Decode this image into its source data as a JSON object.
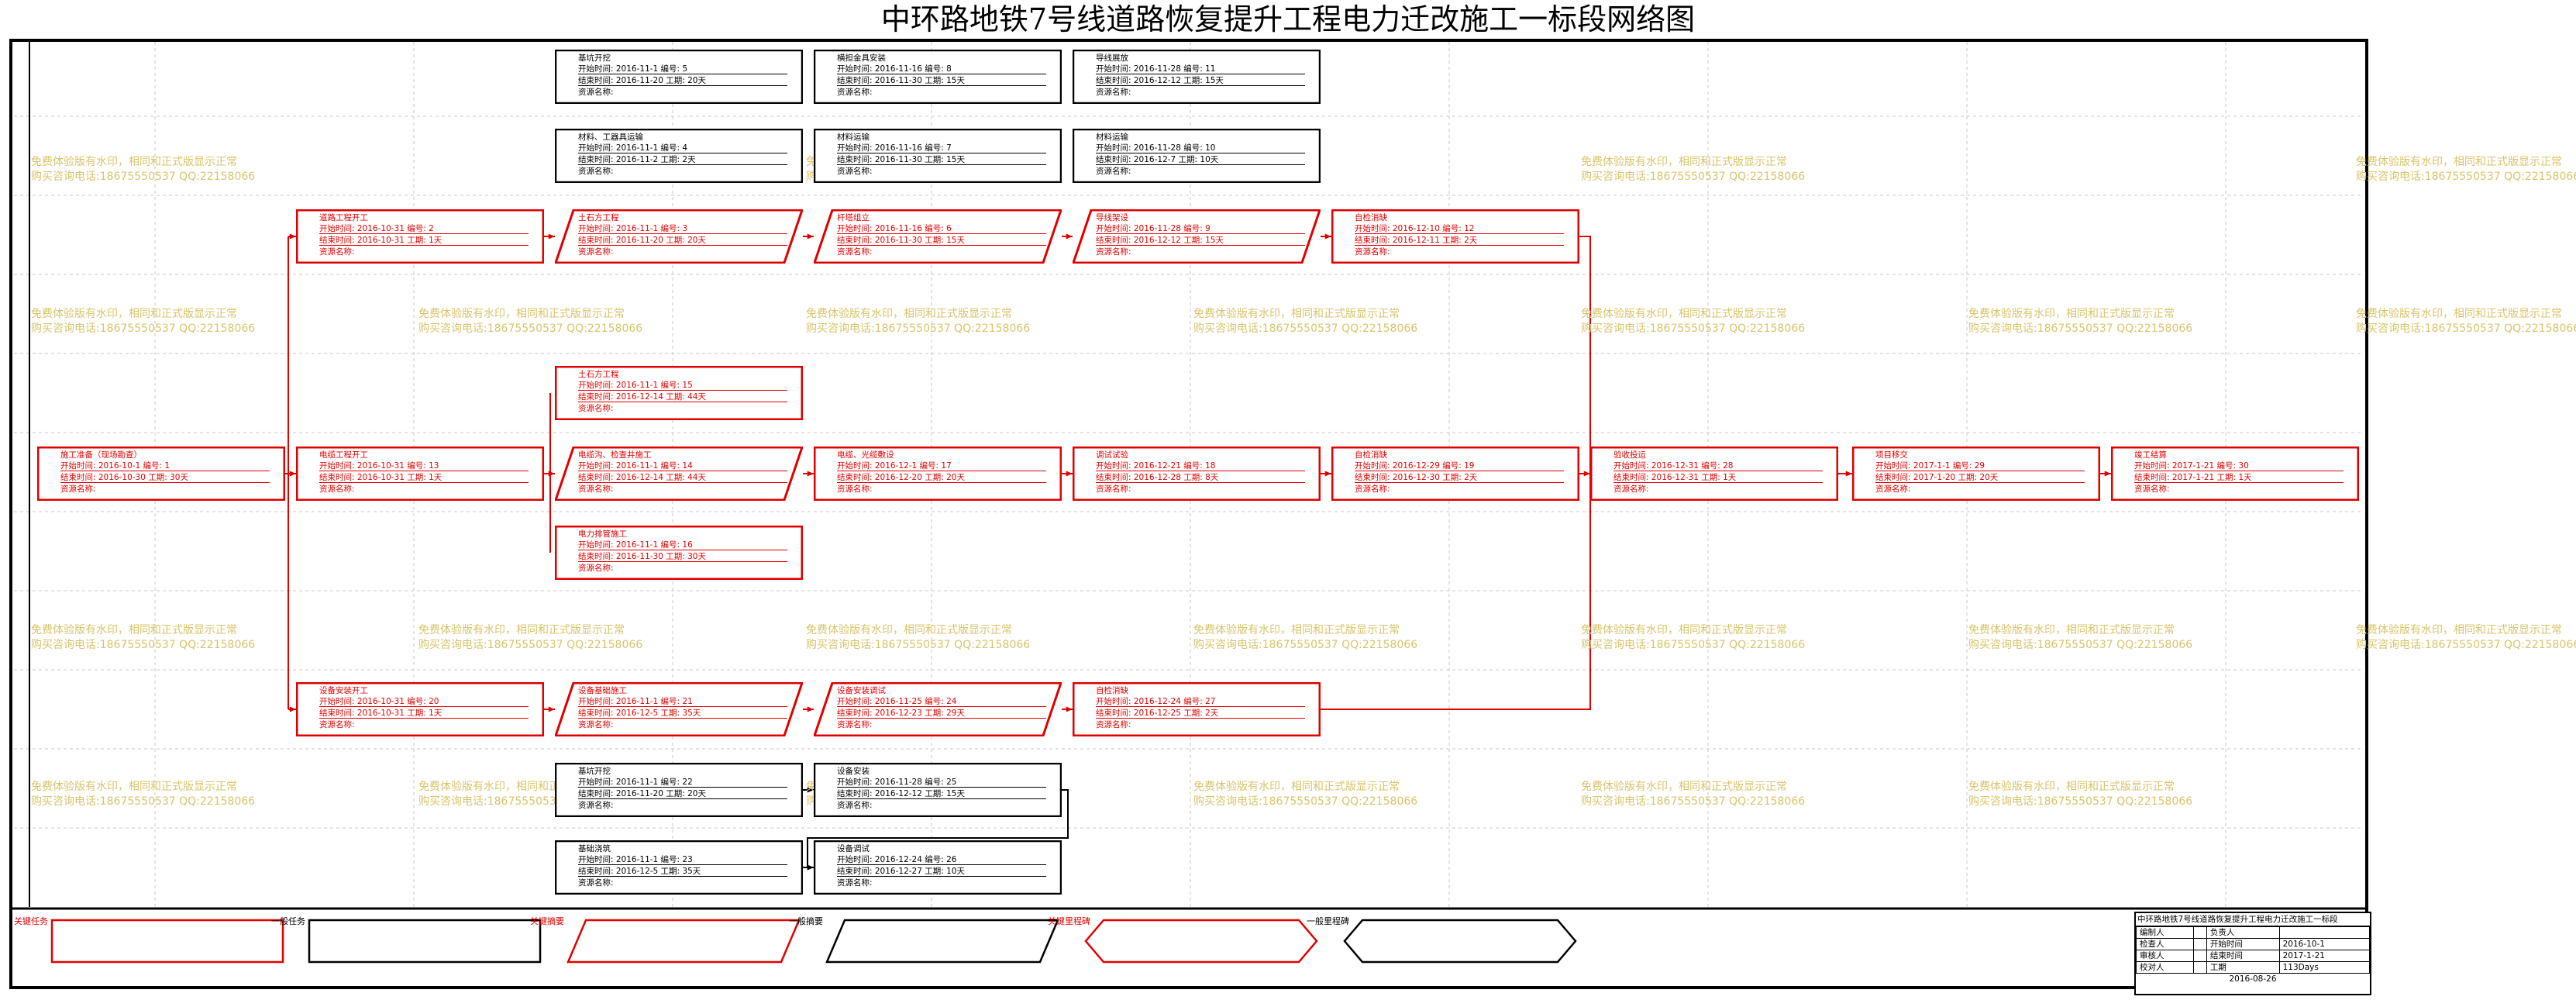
{
  "title": "中环路地铁7号线道路恢复提升工程电力迁改施工一标段网络图",
  "watermark": {
    "line1": "免费体验版有水印，相同和正式版显示正常",
    "line2": "购买咨询电话:18675550537 QQ:22158066"
  },
  "field_labels": {
    "start": "开始时间:",
    "end": "结束时间:",
    "no": "编号:",
    "dur": "工期:",
    "res": "资源名称:"
  },
  "tasks": [
    {
      "id": 1,
      "name": "施工准备（现场勘查）",
      "start": "2016-10-1",
      "end": "2016-10-30",
      "dur": "30天",
      "style": "red",
      "shape": "rect"
    },
    {
      "id": 2,
      "name": "道路工程开工",
      "start": "2016-10-31",
      "end": "2016-10-31",
      "dur": "1天",
      "style": "red",
      "shape": "rect"
    },
    {
      "id": 3,
      "name": "土石方工程",
      "start": "2016-11-1",
      "end": "2016-11-20",
      "dur": "20天",
      "style": "red",
      "shape": "para"
    },
    {
      "id": 4,
      "name": "材料、工器具运输",
      "start": "2016-11-1",
      "end": "2016-11-2",
      "dur": "2天",
      "style": "black",
      "shape": "rect"
    },
    {
      "id": 5,
      "name": "基坑开挖",
      "start": "2016-11-1",
      "end": "2016-11-20",
      "dur": "20天",
      "style": "black",
      "shape": "rect"
    },
    {
      "id": 6,
      "name": "杆塔组立",
      "start": "2016-11-16",
      "end": "2016-11-30",
      "dur": "15天",
      "style": "red",
      "shape": "para"
    },
    {
      "id": 7,
      "name": "材料运输",
      "start": "2016-11-16",
      "end": "2016-11-30",
      "dur": "15天",
      "style": "black",
      "shape": "rect"
    },
    {
      "id": 8,
      "name": "横担金具安装",
      "start": "2016-11-16",
      "end": "2016-11-30",
      "dur": "15天",
      "style": "black",
      "shape": "rect"
    },
    {
      "id": 9,
      "name": "导线架设",
      "start": "2016-11-28",
      "end": "2016-12-12",
      "dur": "15天",
      "style": "red",
      "shape": "para"
    },
    {
      "id": 10,
      "name": "材料运输",
      "start": "2016-11-28",
      "end": "2016-12-7",
      "dur": "10天",
      "style": "black",
      "shape": "rect"
    },
    {
      "id": 11,
      "name": "导线展放",
      "start": "2016-11-28",
      "end": "2016-12-12",
      "dur": "15天",
      "style": "black",
      "shape": "rect"
    },
    {
      "id": 12,
      "name": "自检消缺",
      "start": "2016-12-10",
      "end": "2016-12-11",
      "dur": "2天",
      "style": "red",
      "shape": "rect"
    },
    {
      "id": 13,
      "name": "电缆工程开工",
      "start": "2016-10-31",
      "end": "2016-10-31",
      "dur": "1天",
      "style": "red",
      "shape": "rect"
    },
    {
      "id": 14,
      "name": "电缆沟、检查井施工",
      "start": "2016-11-1",
      "end": "2016-12-14",
      "dur": "44天",
      "style": "red",
      "shape": "para"
    },
    {
      "id": 15,
      "name": "土石方工程",
      "start": "2016-11-1",
      "end": "2016-12-14",
      "dur": "44天",
      "style": "red",
      "shape": "rect"
    },
    {
      "id": 16,
      "name": "电力排管施工",
      "start": "2016-11-1",
      "end": "2016-11-30",
      "dur": "30天",
      "style": "red",
      "shape": "rect"
    },
    {
      "id": 17,
      "name": "电缆、光缆敷设",
      "start": "2016-12-1",
      "end": "2016-12-20",
      "dur": "20天",
      "style": "red",
      "shape": "rect"
    },
    {
      "id": 18,
      "name": "调试试验",
      "start": "2016-12-21",
      "end": "2016-12-28",
      "dur": "8天",
      "style": "red",
      "shape": "rect"
    },
    {
      "id": 19,
      "name": "自检消缺",
      "start": "2016-12-29",
      "end": "2016-12-30",
      "dur": "2天",
      "style": "red",
      "shape": "rect"
    },
    {
      "id": 20,
      "name": "设备安装开工",
      "start": "2016-10-31",
      "end": "2016-10-31",
      "dur": "1天",
      "style": "red",
      "shape": "rect"
    },
    {
      "id": 21,
      "name": "设备基础施工",
      "start": "2016-11-1",
      "end": "2016-12-5",
      "dur": "35天",
      "style": "red",
      "shape": "para"
    },
    {
      "id": 22,
      "name": "基坑开挖",
      "start": "2016-11-1",
      "end": "2016-11-20",
      "dur": "20天",
      "style": "black",
      "shape": "rect"
    },
    {
      "id": 23,
      "name": "基础浇筑",
      "start": "2016-11-1",
      "end": "2016-12-5",
      "dur": "35天",
      "style": "black",
      "shape": "rect"
    },
    {
      "id": 24,
      "name": "设备安装调试",
      "start": "2016-11-25",
      "end": "2016-12-23",
      "dur": "29天",
      "style": "red",
      "shape": "para"
    },
    {
      "id": 25,
      "name": "设备安装",
      "start": "2016-11-28",
      "end": "2016-12-12",
      "dur": "15天",
      "style": "black",
      "shape": "rect"
    },
    {
      "id": 26,
      "name": "设备调试",
      "start": "2016-12-24",
      "end": "2016-12-27",
      "dur": "10天",
      "style": "black",
      "shape": "rect"
    },
    {
      "id": 27,
      "name": "自检消缺",
      "start": "2016-12-24",
      "end": "2016-12-25",
      "dur": "2天",
      "style": "red",
      "shape": "rect"
    },
    {
      "id": 28,
      "name": "验收投运",
      "start": "2016-12-31",
      "end": "2016-12-31",
      "dur": "1天",
      "style": "red",
      "shape": "rect"
    },
    {
      "id": 29,
      "name": "项目移交",
      "start": "2017-1-1",
      "end": "2017-1-20",
      "dur": "20天",
      "style": "red",
      "shape": "rect"
    },
    {
      "id": 30,
      "name": "竣工结算",
      "start": "2017-1-21",
      "end": "2017-1-21",
      "dur": "1天",
      "style": "red",
      "shape": "rect"
    }
  ],
  "legend": [
    {
      "label": "关键任务",
      "style": "red",
      "shape": "rect"
    },
    {
      "label": "一般任务",
      "style": "black",
      "shape": "rect"
    },
    {
      "label": "关键摘要",
      "style": "red",
      "shape": "para"
    },
    {
      "label": "一般摘要",
      "style": "black",
      "shape": "para"
    },
    {
      "label": "关键里程碑",
      "style": "red",
      "shape": "hex"
    },
    {
      "label": "一般里程碑",
      "style": "black",
      "shape": "hex"
    }
  ],
  "info": {
    "title": "中环路地铁7号线道路恢复提升工程电力迁改施工一标段",
    "rows": [
      [
        "编制人",
        "",
        "负责人",
        ""
      ],
      [
        "检查人",
        "",
        "开始时间",
        "2016-10-1"
      ],
      [
        "审核人",
        "",
        "结束时间",
        "2017-1-21"
      ],
      [
        "校对人",
        "",
        "工期",
        "113Days"
      ]
    ],
    "date": "2016-08-26"
  },
  "colors": {
    "critical": "#e00000",
    "normal": "#000000",
    "grid": "#c8c8c8",
    "watermark": "#d8c46a"
  }
}
